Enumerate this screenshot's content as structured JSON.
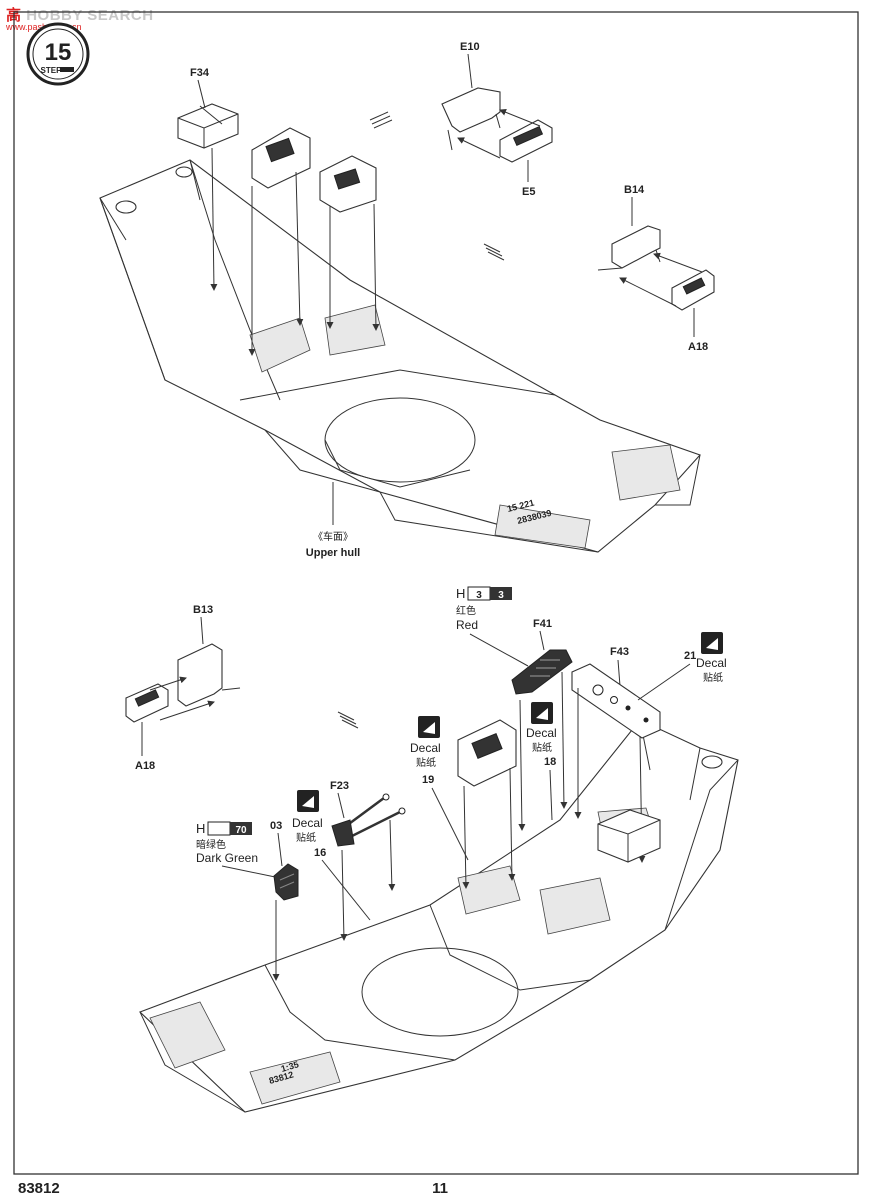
{
  "watermark": {
    "brand": "HOBBY SEARCH",
    "prefix": "高",
    "site": "www.pashoubar.cn"
  },
  "step": {
    "number": "15",
    "label": "STEP"
  },
  "upper": {
    "labels": {
      "f34": "F34",
      "e10": "E10",
      "e5": "E5",
      "b14": "B14",
      "a18": "A18"
    },
    "hull_cn": "《车面》",
    "hull_en": "Upper hull",
    "hull_marking": "15 221",
    "hull_number": "2838039"
  },
  "lower": {
    "labels": {
      "b13": "B13",
      "a18": "A18",
      "f41": "F41",
      "f43": "F43",
      "f23": "F23",
      "p03": "03",
      "p16": "16",
      "p18": "18",
      "p19": "19",
      "p21": "21"
    },
    "paint_red": {
      "prefix": "H",
      "code1": "3",
      "code2": "3",
      "cn": "红色",
      "en": "Red"
    },
    "paint_green": {
      "prefix": "H",
      "code": "70",
      "cn": "暗绿色",
      "en": "Dark Green"
    },
    "decal_en": "Decal",
    "decal_cn": "贴纸",
    "hull_marking": "1:35",
    "hull_number": "83812"
  },
  "footer": {
    "product_code": "83812",
    "page_number": "11"
  }
}
